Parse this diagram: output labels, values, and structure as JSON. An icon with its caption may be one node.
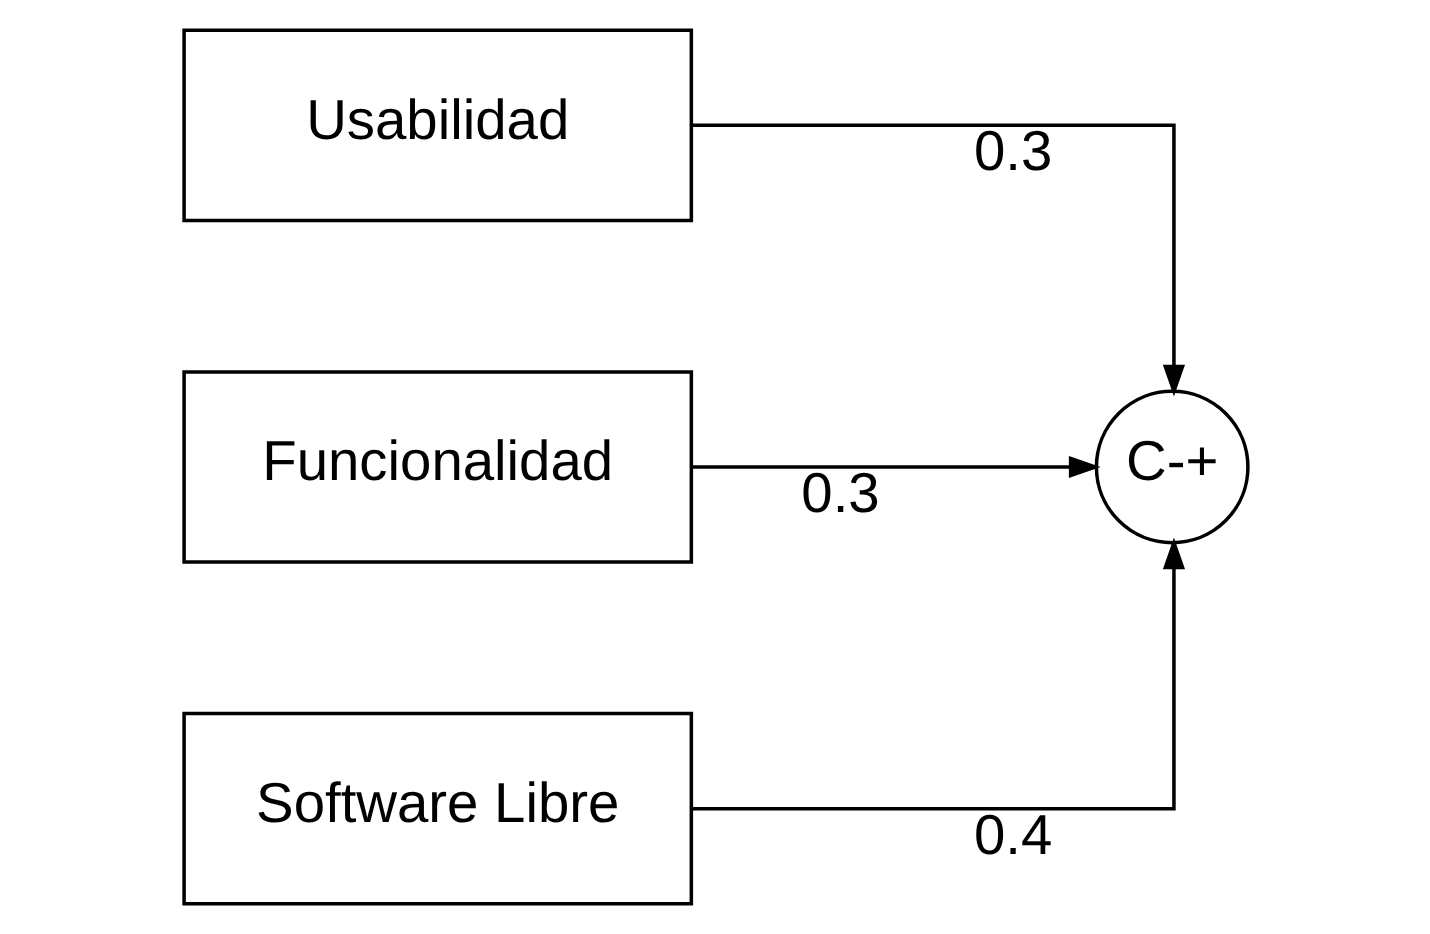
{
  "diagram": {
    "nodes": [
      {
        "text": [
          "Usabilidad"
        ]
      },
      {
        "text": [
          "Funcionalidad"
        ]
      },
      {
        "text": [
          "Software Libre"
        ]
      },
      {
        "text": [
          "C-+"
        ]
      }
    ],
    "edges": [
      {
        "from": 0,
        "to": 3,
        "arrow": "to",
        "label": "0.3"
      },
      {
        "from": 1,
        "to": 3,
        "arrow": "to",
        "label": "0.3"
      },
      {
        "from": 2,
        "to": 3,
        "arrow": "to",
        "label": "0.4"
      }
    ]
  }
}
